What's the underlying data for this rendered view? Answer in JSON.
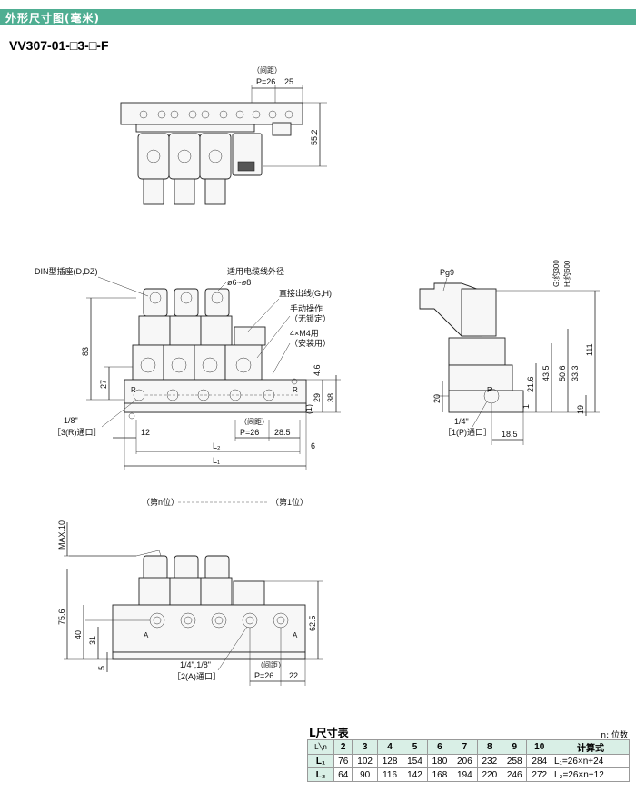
{
  "header": {
    "title": "外形尺寸图(毫米)"
  },
  "model": "VV307-01-□3-□-F",
  "top_view": {
    "pitch_note": "（间距）",
    "pitch": "P=26",
    "dim_25": "25",
    "dim_55_2": "55.2"
  },
  "front_view": {
    "din_label": "DIN型插座(D,DZ)",
    "cable_label": "适用电缆线外径",
    "cable_range": "ø6~ø8",
    "direct_label": "直接出线(G,H)",
    "manual_label": "手动操作",
    "manual_sub": "（无锁定）",
    "mount_label": "4×M4用",
    "mount_sub": "（安装用）",
    "port_r": "R",
    "port_size": "1/8\"",
    "port_r_text": "［3(R)通口］",
    "pitch_note": "（间距）",
    "pitch": "P=26",
    "dims": {
      "d83": "83",
      "d27": "27",
      "d4_6": "4.6",
      "d1": "(1)",
      "d29": "29",
      "d38": "38",
      "d12": "12",
      "d28_5": "28.5",
      "d6": "6",
      "L2": "L₂",
      "L1": "L₁"
    }
  },
  "side_view": {
    "pg9": "Pg9",
    "g_label": "G:约300",
    "h_label": "H:约600",
    "port_p": "P",
    "port_size": "1/4\"",
    "port_p_text": "［1(P)通口］",
    "dims": {
      "d111": "111",
      "d50_6": "50.6",
      "d43_5": "43.5",
      "d33_3": "33.3",
      "d21_6": "21.6",
      "d20": "20",
      "d1": "1",
      "d19": "19",
      "d18_5": "18.5"
    }
  },
  "bottom_view": {
    "station_n": "（第n位）",
    "station_1": "（第1位）",
    "max10": "MAX.10",
    "port_a": "A",
    "port_size": "1/4\",1/8\"",
    "port_a_text": "［2(A)通口］",
    "pitch_note": "（间距）",
    "pitch": "P=26",
    "dims": {
      "d75_6": "75.6",
      "d40": "40",
      "d31": "31",
      "d5": "5",
      "d62_5": "62.5",
      "d22": "22"
    }
  },
  "l_table": {
    "title": "L尺寸表",
    "unit": "n: 位数",
    "corner_l": "L",
    "corner_n": "n",
    "headers": [
      "2",
      "3",
      "4",
      "5",
      "6",
      "7",
      "8",
      "9",
      "10",
      "计算式"
    ],
    "rows": [
      {
        "label": "L₁",
        "values": [
          "76",
          "102",
          "128",
          "154",
          "180",
          "206",
          "232",
          "258",
          "284"
        ],
        "formula": "L₁=26×n+24"
      },
      {
        "label": "L₂",
        "values": [
          "64",
          "90",
          "116",
          "142",
          "168",
          "194",
          "220",
          "246",
          "272"
        ],
        "formula": "L₂=26×n+12"
      }
    ]
  }
}
